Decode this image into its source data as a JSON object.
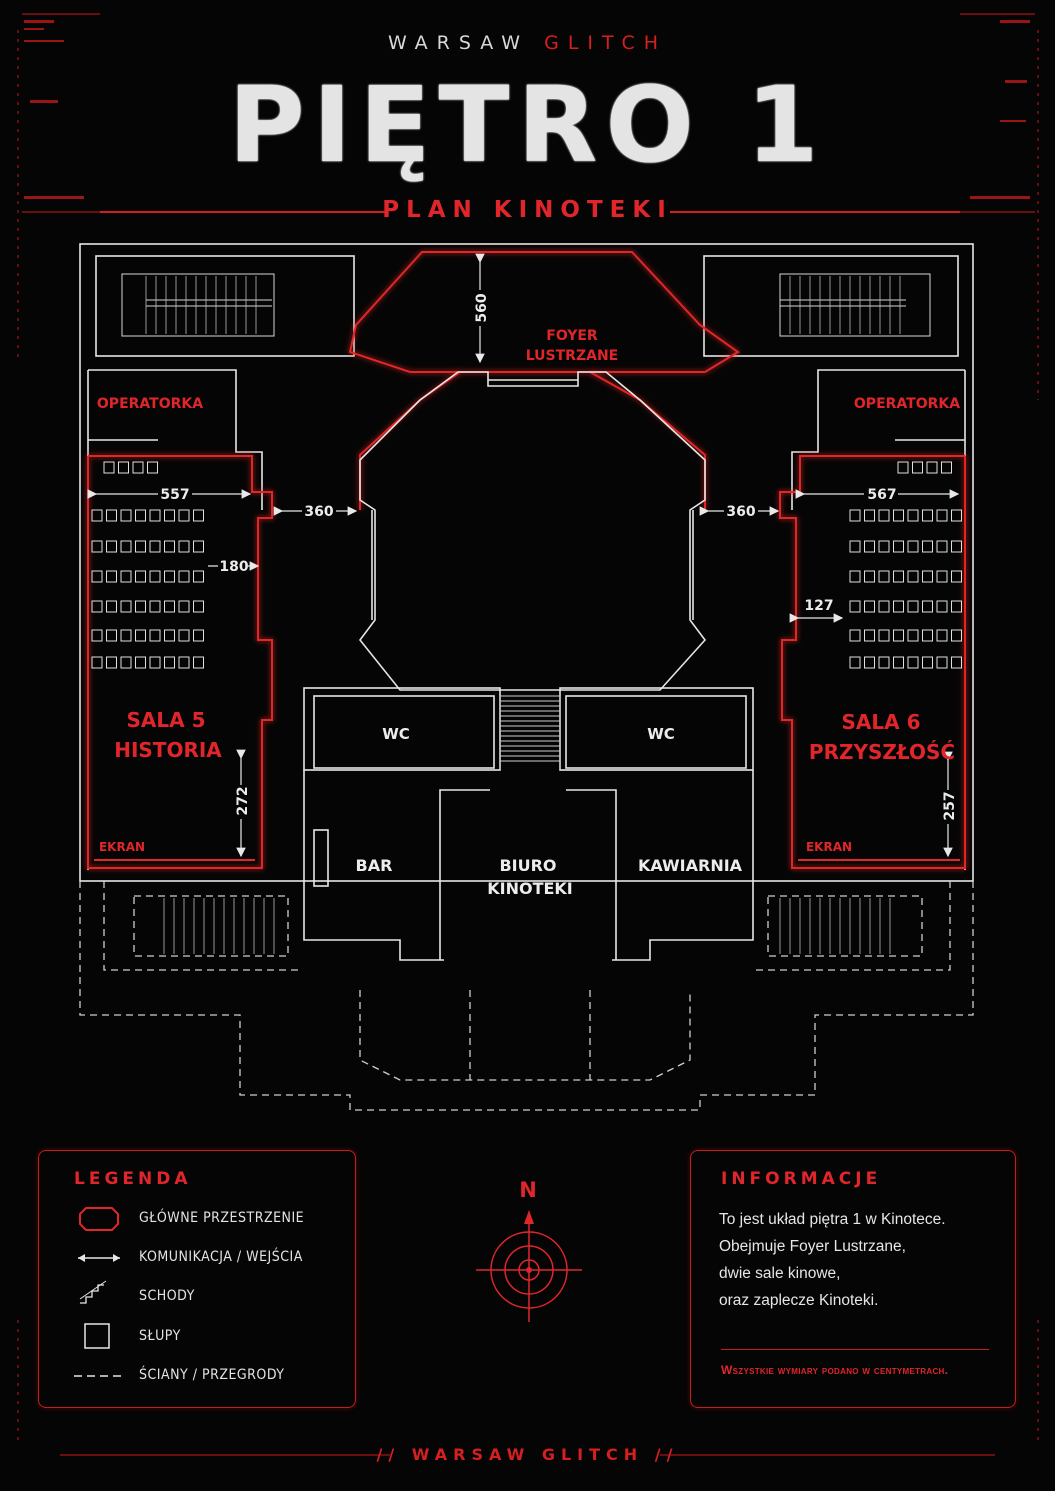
{
  "header": {
    "brand_warsaw": "WARSAW",
    "brand_glitch": "GLITCH",
    "title": "PIĘTRO 1",
    "subtitle": "PLAN KINOTEKI"
  },
  "map": {
    "rooms": {
      "foyer_line1": "FOYER",
      "foyer_line2": "LUSTRZANE",
      "operatorka_left": "OPERATORKA",
      "operatorka_right": "OPERATORKA",
      "sala5_line1": "SALA 5",
      "sala5_line2": "HISTORIA",
      "sala6_line1": "SALA 6",
      "sala6_line2": "PRZYSZŁOŚĆ",
      "ekran_left": "EKRAN",
      "ekran_right": "EKRAN",
      "wc_left": "WC",
      "wc_right": "WC",
      "bar": "BAR",
      "biuro_line1": "BIURO",
      "biuro_line2": "KINOTEKI",
      "kawiarnia": "KAWIARNIA"
    },
    "dimensions": {
      "foyer_depth": "560",
      "left_hall_width": "557",
      "right_hall_width": "567",
      "left_corridor": "360",
      "right_corridor": "360",
      "left_passage": "180",
      "right_passage": "127",
      "left_screen_depth": "272",
      "right_screen_depth": "257"
    }
  },
  "legend": {
    "title": "LEGENDA",
    "items": [
      {
        "icon": "octagon-icon",
        "label": "GŁÓWNE PRZESTRZENIE"
      },
      {
        "icon": "double-arrow-icon",
        "label": "KOMUNIKACJA / WEJŚCIA"
      },
      {
        "icon": "stairs-icon",
        "label": "SCHODY"
      },
      {
        "icon": "square-icon",
        "label": "SŁUPY"
      },
      {
        "icon": "dashed-line-icon",
        "label": "ŚCIANY / PRZEGRODY"
      }
    ]
  },
  "compass": {
    "north_label": "N"
  },
  "info": {
    "title": "INFORMACJE",
    "lines": [
      "To jest układ piętra 1 w Kinotece.",
      "Obejmuje Foyer Lustrzane,",
      "dwie sale kinowe,",
      "oraz zaplecze Kinoteki."
    ],
    "note": "Wszystkie wymiary podano w centymetrach."
  },
  "footer": {
    "text": "// WARSAW GLITCH //"
  },
  "colors": {
    "accent": "#e0262a",
    "line": "#e6e6e6",
    "background": "#050505"
  }
}
